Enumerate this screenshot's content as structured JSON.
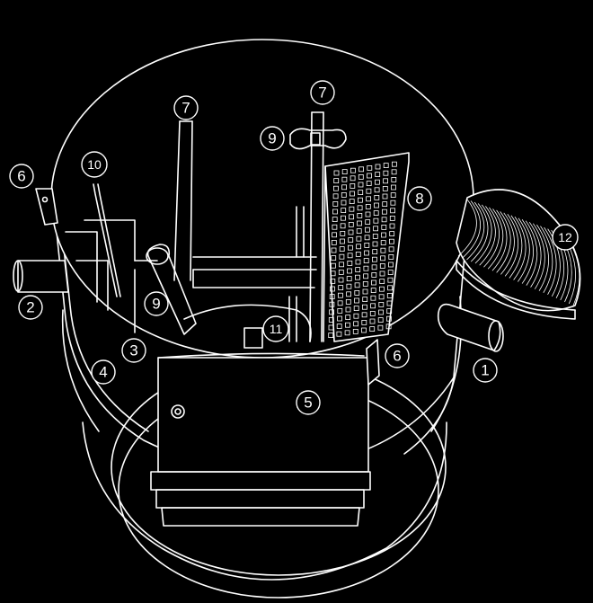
{
  "callouts": [
    {
      "id": "c1",
      "label": "1"
    },
    {
      "id": "c2",
      "label": "2"
    },
    {
      "id": "c3",
      "label": "3"
    },
    {
      "id": "c4",
      "label": "4"
    },
    {
      "id": "c5",
      "label": "5"
    },
    {
      "id": "c6a",
      "label": "6"
    },
    {
      "id": "c6b",
      "label": "6"
    },
    {
      "id": "c7a",
      "label": "7"
    },
    {
      "id": "c7b",
      "label": "7"
    },
    {
      "id": "c8",
      "label": "8"
    },
    {
      "id": "c9a",
      "label": "9"
    },
    {
      "id": "c9b",
      "label": "9"
    },
    {
      "id": "c10",
      "label": "10"
    },
    {
      "id": "c11",
      "label": "11"
    },
    {
      "id": "c12",
      "label": "12"
    }
  ],
  "colors": {
    "background": "#000000",
    "line": "#ffffff"
  }
}
